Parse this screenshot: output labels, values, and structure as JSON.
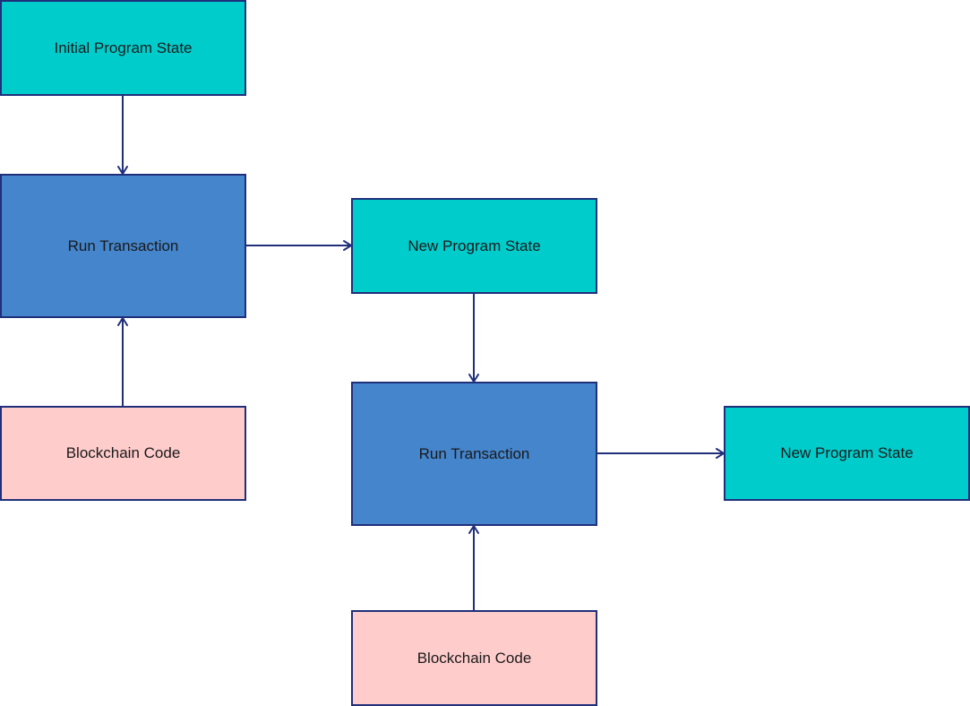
{
  "colors": {
    "program_state": "#00cccc",
    "transaction": "#4485cc",
    "blockchain_code": "#ffcccc",
    "border_and_edges": "#1f2f7a"
  },
  "nodes": {
    "initial_state": "Initial Program State",
    "run_transaction_1": "Run Transaction",
    "blockchain_code_1": "Blockchain Code",
    "new_state_1": "New Program State",
    "run_transaction_2": "Run Transaction",
    "blockchain_code_2": "Blockchain Code",
    "new_state_2": "New Program State"
  },
  "edges": [
    {
      "from": "initial_state",
      "to": "run_transaction_1"
    },
    {
      "from": "blockchain_code_1",
      "to": "run_transaction_1"
    },
    {
      "from": "run_transaction_1",
      "to": "new_state_1"
    },
    {
      "from": "new_state_1",
      "to": "run_transaction_2"
    },
    {
      "from": "blockchain_code_2",
      "to": "run_transaction_2"
    },
    {
      "from": "run_transaction_2",
      "to": "new_state_2"
    }
  ]
}
